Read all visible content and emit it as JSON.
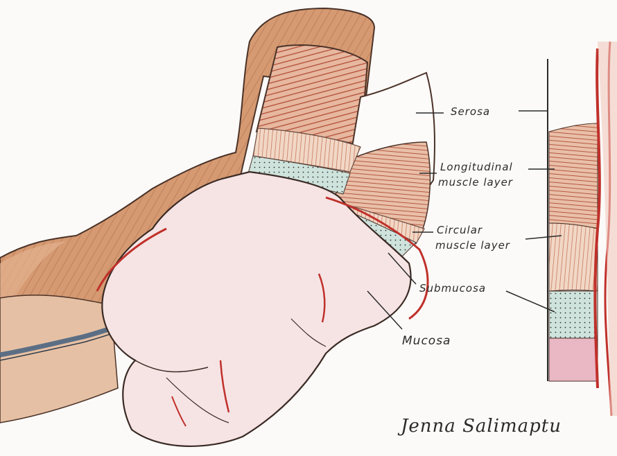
{
  "labels": {
    "serosa": "Serosa",
    "longitudinal_1": "Longitudinal",
    "longitudinal_2": "muscle layer",
    "circular_1": "Circular",
    "circular_2": "muscle layer",
    "submucosa": "Submucosa",
    "mucosa": "Mucosa"
  },
  "signature": "Jenna Salimaptu",
  "colors": {
    "paper": "#fbfaf8",
    "serosa_brown": "#c98a62",
    "muscle_red": "#b5583f",
    "mucosa_pink": "#f6e4e4",
    "submucosa_teal": "#cfe3dd",
    "outline": "#3a2a24",
    "vessel_red": "#c0302a"
  }
}
